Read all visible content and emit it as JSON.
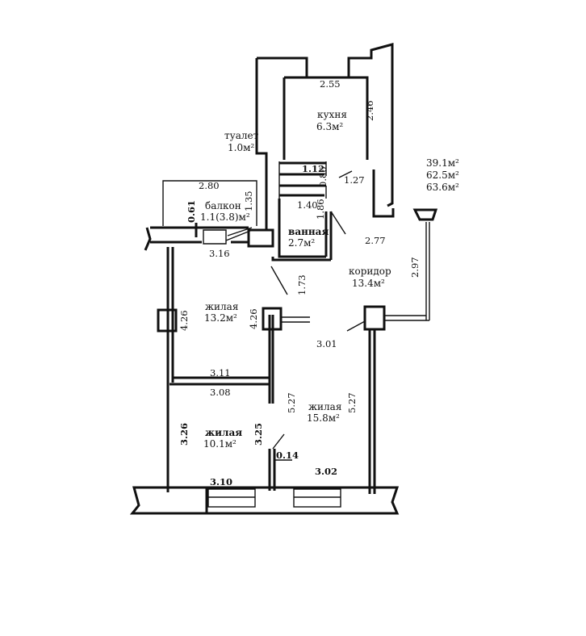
{
  "rooms": {
    "kitchen": {
      "name": "кухня",
      "area": "6.3м²"
    },
    "toilet": {
      "name": "туалет",
      "area": "1.0м²"
    },
    "balcony": {
      "name": "балкон",
      "area": "1.1(3.8)м²"
    },
    "bathroom": {
      "name": "ванная",
      "area": "2.7м²"
    },
    "corridor": {
      "name": "коридор",
      "area": "13.4м²"
    },
    "living1": {
      "name": "жилая",
      "area": "13.2м²"
    },
    "living2": {
      "name": "жилая",
      "area": "15.8м²"
    },
    "living3": {
      "name": "жилая",
      "area": "10.1м²"
    }
  },
  "totals": [
    "39.1м²",
    "62.5м²",
    "63.6м²"
  ],
  "dimensions": {
    "kitchen_w": "2.55",
    "kitchen_h": "2.46",
    "toilet_w": "1.12",
    "toilet_h": "0.86",
    "d127": "1.27",
    "balcony_w": "2.80",
    "balcony_h": "1.35",
    "balcony_d": "0.61",
    "bath_w": "1.40",
    "bath_h": "1.86",
    "corr_w": "2.77",
    "corr_h": "2.97",
    "d316": "3.16",
    "d173": "1.73",
    "room1_l": "4.26",
    "room1_r": "4.26",
    "d301": "3.01",
    "d311": "3.11",
    "d308": "3.08",
    "room2_l": "5.27",
    "room2_r": "5.27",
    "room3_l": "3.26",
    "room3_r": "3.25",
    "d014": "0.14",
    "d310": "3.10",
    "d302": "3.02"
  }
}
